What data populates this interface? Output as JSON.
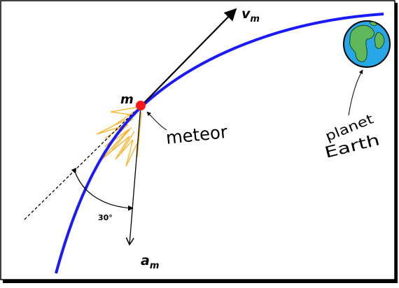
{
  "labels": {
    "mass": "m",
    "velocity_main": "v",
    "velocity_sub": "m",
    "accel_main": "a",
    "accel_sub": "m",
    "angle": "30°",
    "meteor": "meteor",
    "planet_line1": "planet",
    "planet_line2": "Earth"
  },
  "colors": {
    "trajectory": "#1a1aff",
    "meteor": "#ff1a1a",
    "flame": "#ffb020",
    "ocean": "#27a7e8",
    "land": "#5fb85a"
  }
}
